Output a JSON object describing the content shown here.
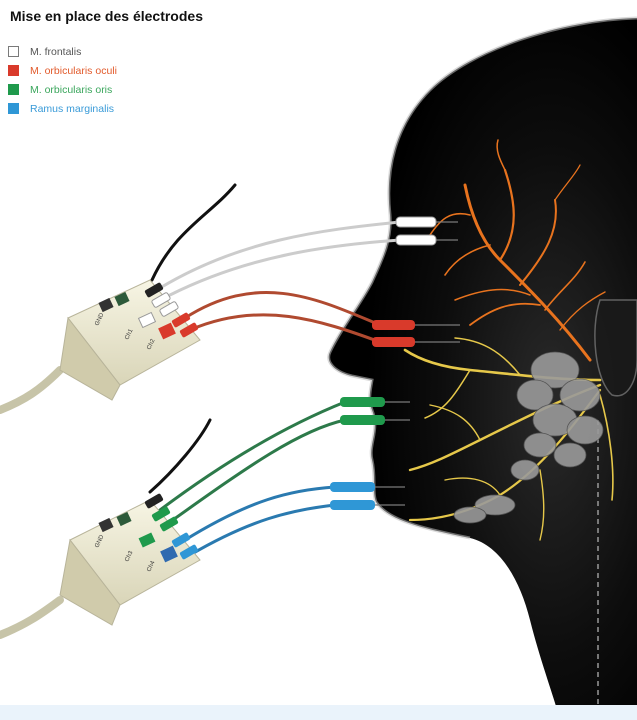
{
  "title": "Mise en place des électrodes",
  "legend": [
    {
      "label": "M. frontalis",
      "color": "#ffffff",
      "border": "#7a7a7a",
      "text_color": "#555555"
    },
    {
      "label": "M. orbicularis oculi",
      "color": "#d93a2b",
      "border": "#d93a2b",
      "text_color": "#e25a2b"
    },
    {
      "label": "M. orbicularis oris",
      "color": "#1f9a4c",
      "border": "#1f9a4c",
      "text_color": "#3aa65c"
    },
    {
      "label": "Ramus marginalis",
      "color": "#2f97d6",
      "border": "#2f97d6",
      "text_color": "#3a9bd8"
    }
  ],
  "colors": {
    "frontalis": "#ffffff",
    "oculi": "#d93a2b",
    "oris": "#1f9a4c",
    "marginalis": "#2f97d6",
    "nerve_upper": "#e8731e",
    "nerve_lower": "#e6c84a",
    "head": "#0b0b0b",
    "connector": "#ece9d2",
    "footer": "#eaf3fb"
  },
  "connector_top": {
    "labels": [
      "GND",
      "Ch1",
      "Ch2"
    ]
  },
  "connector_bottom": {
    "labels": [
      "GND",
      "Ch3",
      "Ch4"
    ]
  }
}
